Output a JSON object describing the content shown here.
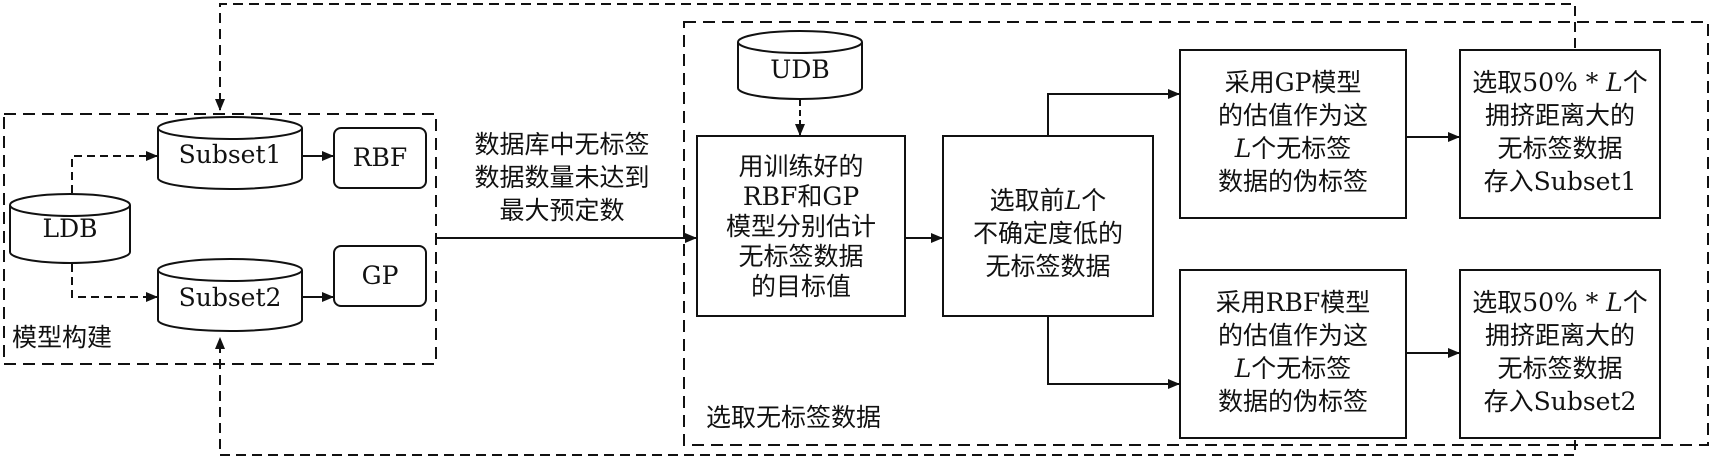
{
  "model_group": {
    "title": "模型构建",
    "ldb": "LDB",
    "subset1": "Subset1",
    "subset2": "Subset2",
    "rbf": "RBF",
    "gp": "GP"
  },
  "condition_label": [
    "数据库中无标签",
    "数据数量未达到",
    "最大预定数"
  ],
  "selection_group": {
    "title": "选取无标签数据",
    "udb": "UDB",
    "estimate_box": [
      "用训练好的",
      "RBF和GP",
      "模型分别估计",
      "无标签数据",
      "的目标值"
    ],
    "select_low_uncertainty_box": {
      "line1_prefix": "选取前",
      "line1_var": "L",
      "line1_suffix": "个",
      "line2": "不确定度低的",
      "line3": "无标签数据"
    },
    "gp_pseudo_label_box": {
      "line1": "采用GP模型",
      "line2": "的估值作为这",
      "line3_var": "L",
      "line3_suffix": "个无标签",
      "line4": "数据的伪标签"
    },
    "rbf_pseudo_label_box": {
      "line1": "采用RBF模型",
      "line2": "的估值作为这",
      "line3_var": "L",
      "line3_suffix": "个无标签",
      "line4": "数据的伪标签"
    },
    "store_subset1_box": {
      "line1_prefix": "选取50% * ",
      "line1_var": "L",
      "line1_suffix": "个",
      "line2": "拥挤距离大的",
      "line3": "无标签数据",
      "line4": "存入Subset1"
    },
    "store_subset2_box": {
      "line1_prefix": "选取50% * ",
      "line1_var": "L",
      "line1_suffix": "个",
      "line2": "拥挤距离大的",
      "line3": "无标签数据",
      "line4": "存入Subset2"
    }
  }
}
